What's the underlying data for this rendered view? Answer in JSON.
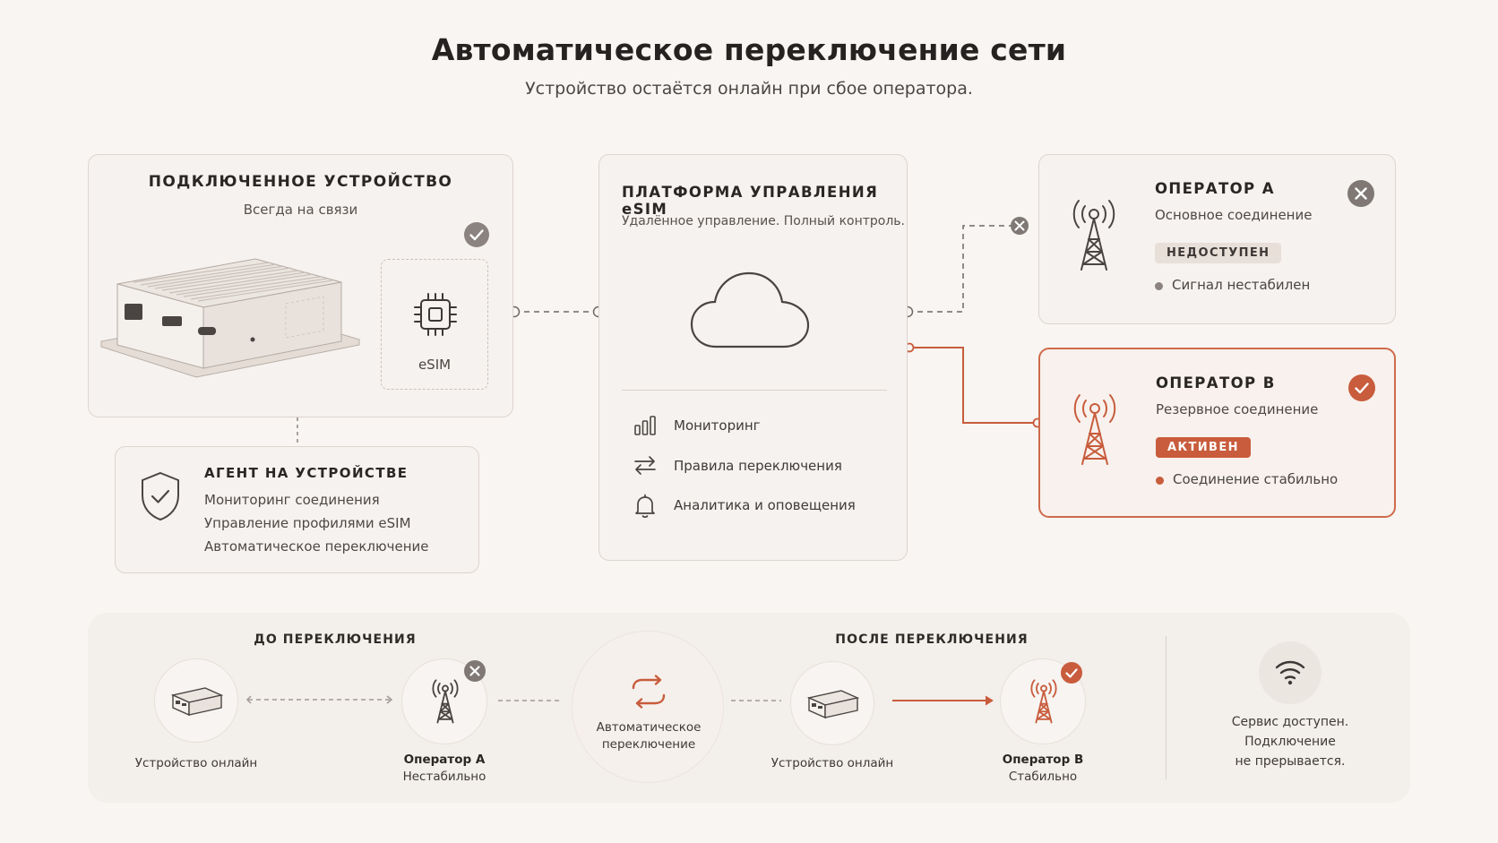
{
  "header": {
    "title": "Автоматическое переключение сети",
    "subtitle": "Устройство остаётся онлайн при сбое оператора."
  },
  "device": {
    "title": "ПОДКЛЮЧЕННОЕ УСТРОЙСТВО",
    "subtitle": "Всегда на связи",
    "esim_label": "eSIM"
  },
  "agent": {
    "title": "АГЕНТ НА УСТРОЙСТВЕ",
    "items": [
      "Мониторинг соединения",
      "Управление профилями eSIM",
      "Автоматическое переключение"
    ]
  },
  "platform": {
    "title": "ПЛАТФОРМА УПРАВЛЕНИЯ eSIM",
    "subtitle": "Удалённое управление. Полный контроль.",
    "features": [
      "Мониторинг",
      "Правила переключения",
      "Аналитика и оповещения"
    ]
  },
  "operator_a": {
    "title": "ОПЕРАТОР А",
    "subtitle": "Основное соединение",
    "badge": "НЕДОСТУПЕН",
    "status": "Сигнал нестабилен"
  },
  "operator_b": {
    "title": "ОПЕРАТОР В",
    "subtitle": "Резервное соединение",
    "badge": "АКТИВЕН",
    "status": "Соединение стабильно"
  },
  "flow": {
    "before_label": "ДО ПЕРЕКЛЮЧЕНИЯ",
    "after_label": "ПОСЛЕ ПЕРЕКЛЮЧЕНИЯ",
    "device_before": "Устройство онлайн",
    "op_a_name": "Оператор А",
    "op_a_state": "Нестабильно",
    "switch_line1": "Автоматическое",
    "switch_line2": "переключение",
    "device_after": "Устройство онлайн",
    "op_b_name": "Оператор В",
    "op_b_state": "Стабильно",
    "service_line1": "Сервис доступен.",
    "service_line2": "Подключение",
    "service_line3": "не прерывается."
  },
  "colors": {
    "accent": "#c85c3c",
    "neutral_icon": "#8a8380",
    "background": "#f8f5f2"
  },
  "icons": {
    "device_check": "check-circle-icon",
    "chip": "chip-icon",
    "shield": "shield-check-icon",
    "cloud": "cloud-icon",
    "monitoring": "bar-chart-icon",
    "rules": "swap-arrows-icon",
    "alerts": "bell-icon",
    "tower": "cell-tower-icon",
    "fail": "close-circle-icon",
    "ok": "check-circle-icon",
    "wifi": "wifi-icon"
  }
}
